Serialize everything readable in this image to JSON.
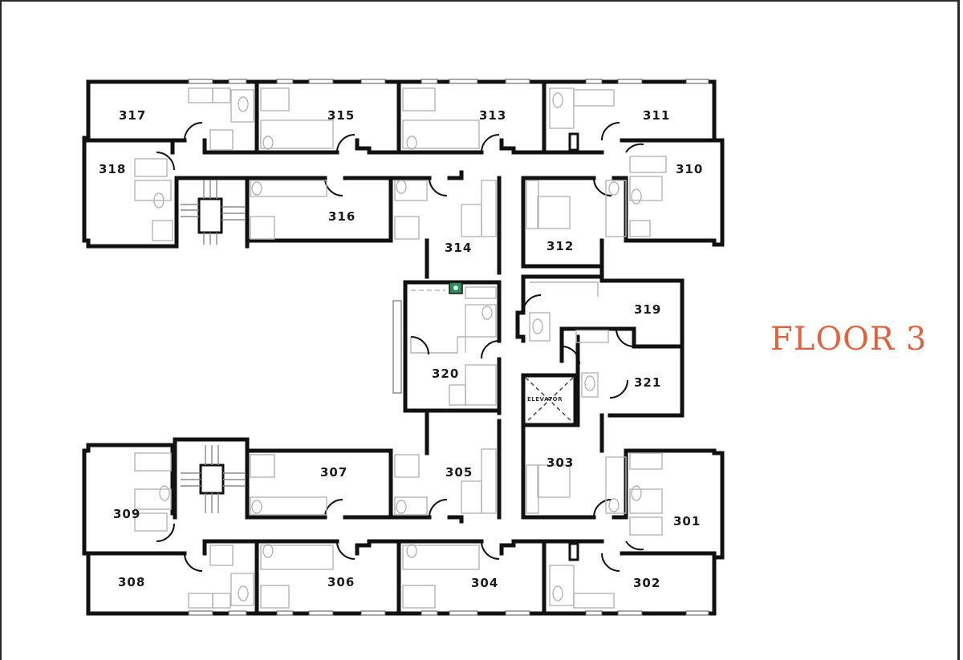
{
  "title": "FLOOR 3",
  "colors": {
    "title": "#e0623f",
    "walls": "#111111",
    "fixtures": "#b5b5b5",
    "background": "#ffffff",
    "accent_fixture": "#2e8b57"
  },
  "elevator": {
    "label": "ELEVATOR"
  },
  "rooms": {
    "r301": "301",
    "r302": "302",
    "r303": "303",
    "r304": "304",
    "r305": "305",
    "r306": "306",
    "r307": "307",
    "r308": "308",
    "r309": "309",
    "r310": "310",
    "r311": "311",
    "r312": "312",
    "r313": "313",
    "r314": "314",
    "r315": "315",
    "r316": "316",
    "r317": "317",
    "r318": "318",
    "r319": "319",
    "r320": "320",
    "r321": "321"
  }
}
